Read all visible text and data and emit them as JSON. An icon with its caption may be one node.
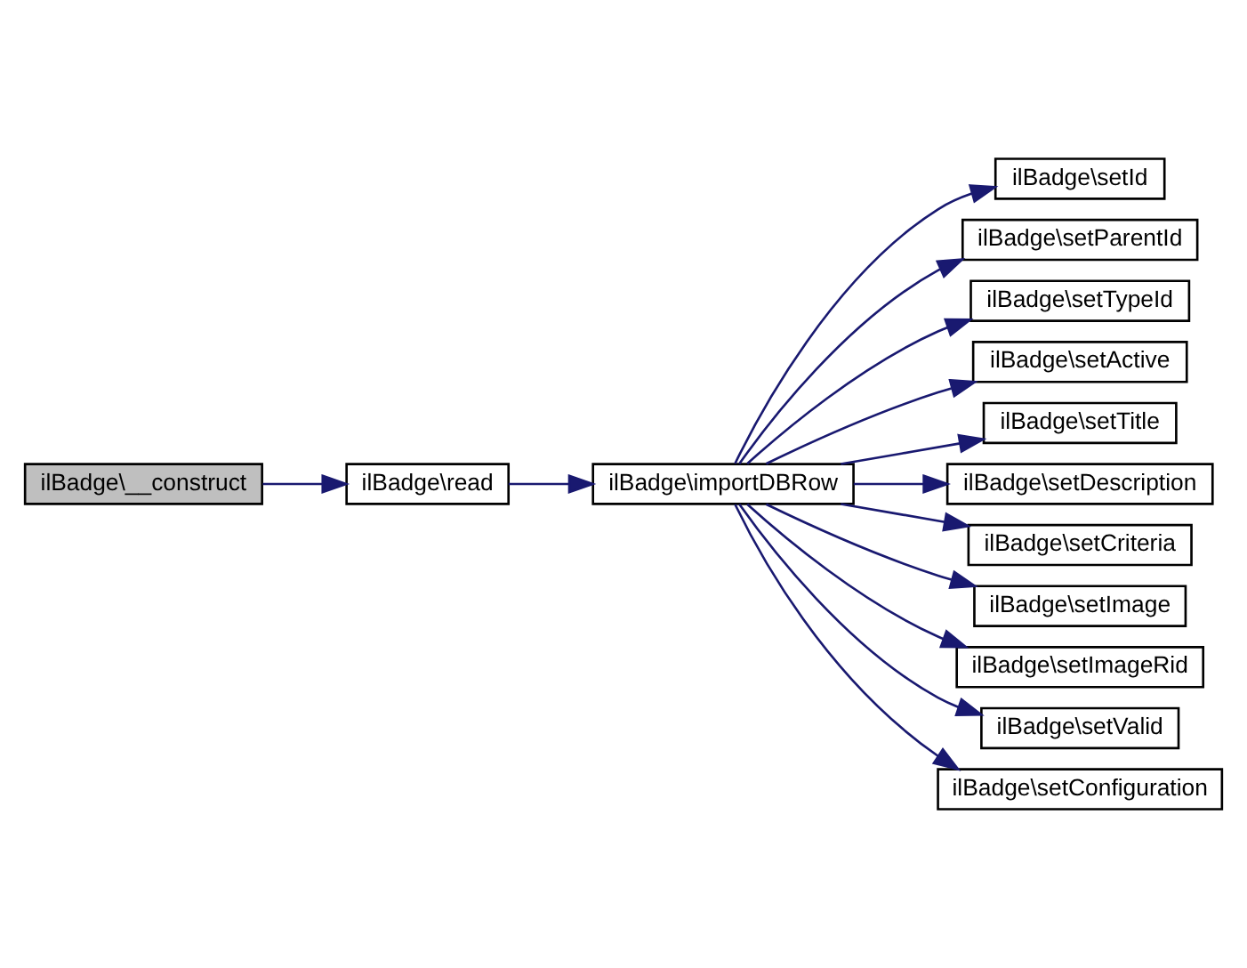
{
  "diagram": {
    "nodes": [
      {
        "text": [
          "ilBadge\\__construct"
        ]
      },
      {
        "text": [
          "ilBadge\\read"
        ]
      },
      {
        "text": [
          "ilBadge\\importDBRow"
        ]
      },
      {
        "text": [
          "ilBadge\\setId"
        ]
      },
      {
        "text": [
          "ilBadge\\setParentId"
        ]
      },
      {
        "text": [
          "ilBadge\\setTypeId"
        ]
      },
      {
        "text": [
          "ilBadge\\setActive"
        ]
      },
      {
        "text": [
          "ilBadge\\setTitle"
        ]
      },
      {
        "text": [
          "ilBadge\\setDescription"
        ]
      },
      {
        "text": [
          "ilBadge\\setCriteria"
        ]
      },
      {
        "text": [
          "ilBadge\\setImage"
        ]
      },
      {
        "text": [
          "ilBadge\\setImageRid"
        ]
      },
      {
        "text": [
          "ilBadge\\setValid"
        ]
      },
      {
        "text": [
          "ilBadge\\setConfiguration"
        ]
      }
    ],
    "edges": [
      {
        "from": 0,
        "to": 1,
        "arrow": "to"
      },
      {
        "from": 1,
        "to": 2,
        "arrow": "to"
      },
      {
        "from": 2,
        "to": 3,
        "arrow": "to"
      },
      {
        "from": 2,
        "to": 4,
        "arrow": "to"
      },
      {
        "from": 2,
        "to": 5,
        "arrow": "to"
      },
      {
        "from": 2,
        "to": 6,
        "arrow": "to"
      },
      {
        "from": 2,
        "to": 7,
        "arrow": "to"
      },
      {
        "from": 2,
        "to": 8,
        "arrow": "to"
      },
      {
        "from": 2,
        "to": 9,
        "arrow": "to"
      },
      {
        "from": 2,
        "to": 10,
        "arrow": "to"
      },
      {
        "from": 2,
        "to": 11,
        "arrow": "to"
      },
      {
        "from": 2,
        "to": 12,
        "arrow": "to"
      },
      {
        "from": 2,
        "to": 13,
        "arrow": "to"
      }
    ]
  }
}
